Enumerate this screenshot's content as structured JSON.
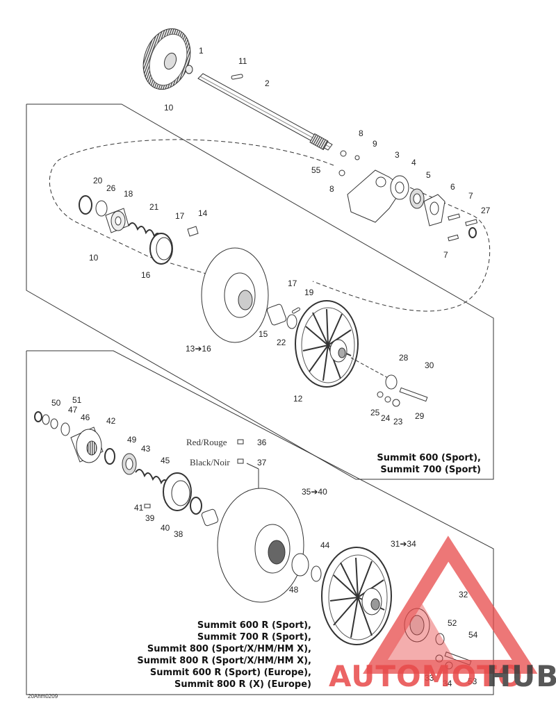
{
  "callouts": {
    "n1": "1",
    "n2": "2",
    "n3": "3",
    "n4": "4",
    "n5": "5",
    "n6": "6",
    "n7a": "7",
    "n7b": "7",
    "n8a": "8",
    "n8b": "8",
    "n9": "9",
    "n10a": "10",
    "n10b": "10",
    "n11": "11",
    "n12": "12",
    "n13": "13➔16",
    "n14": "14",
    "n15": "15",
    "n16": "16",
    "n17a": "17",
    "n17b": "17",
    "n18": "18",
    "n19": "19",
    "n20": "20",
    "n21": "21",
    "n22": "22",
    "n23": "23",
    "n24": "24",
    "n25": "25",
    "n26": "26",
    "n27": "27",
    "n28": "28",
    "n29": "29",
    "n30": "30",
    "n31": "31➔34",
    "n32": "32",
    "n33": "33",
    "n34": "34",
    "n35": "35➔40",
    "n36": "36",
    "n37": "37",
    "n38": "38",
    "n39": "39",
    "n40": "40",
    "n41": "41",
    "n42": "42",
    "n43": "43",
    "n44": "44",
    "n45": "45",
    "n46": "46",
    "n47": "47",
    "n48": "48",
    "n49": "49",
    "n50": "50",
    "n51": "51",
    "n52": "52",
    "n53": "53",
    "n54": "54",
    "n55": "55"
  },
  "labels": {
    "red": "Red/Rouge",
    "black": "Black/Noir"
  },
  "models_top": [
    "Summit 600 (Sport),",
    "Summit 700 (Sport)"
  ],
  "models_bottom": [
    "Summit 600 R (Sport),",
    "Summit 700 R (Sport),",
    "Summit 800 (Sport/X/HM/HM X),",
    "Summit 800 R (Sport/X/HM/HM X),",
    "Summit 600 R (Sport) (Europe),",
    "Summit 800 R (X) (Europe)"
  ],
  "figure_code": "20Ahm0209",
  "watermark": {
    "text_red": "AUTOMOTO",
    "text_dark": "HUB",
    "color_red": "#e84a4a",
    "color_dark": "#3a3a3a"
  }
}
